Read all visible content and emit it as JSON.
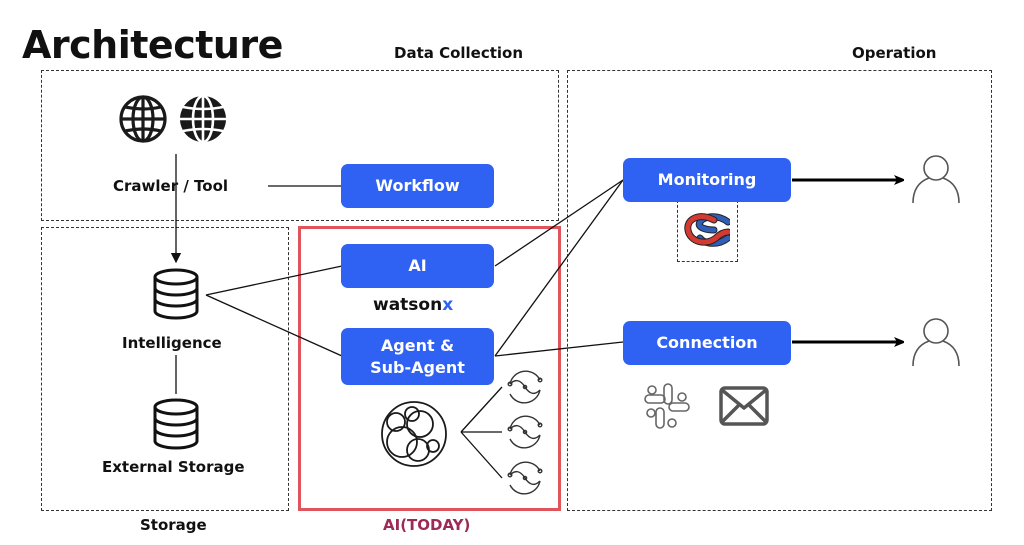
{
  "title": "Architecture",
  "colors": {
    "node_blue": "#2F62F3",
    "ai_box_red": "#E0555C",
    "ai_today_text": "#9B2B55",
    "watsonx_x": "#2F62F3"
  },
  "sections": {
    "data_collection": "Data Collection",
    "operation": "Operation",
    "storage": "Storage",
    "ai_today": "AI(TODAY)"
  },
  "nodes": {
    "workflow": "Workflow",
    "ai": "AI",
    "agent_line1": "Agent &",
    "agent_line2": "Sub-Agent",
    "monitoring": "Monitoring",
    "connection": "Connection"
  },
  "labels": {
    "crawler_tool": "Crawler / Tool",
    "intelligence": "Intelligence",
    "external_storage": "External Storage",
    "watsonx_main": "watson",
    "watsonx_x": "x"
  },
  "icons": {
    "globe_outline": "globe-outline-icon",
    "globe_filled": "globe-filled-icon",
    "database": "database-icon",
    "agent_network": "agent-network-icon",
    "sub_agent": "sub-agent-icon",
    "knot": "knot-icon",
    "user": "user-icon",
    "slack": "slack-icon",
    "mail": "mail-icon"
  }
}
